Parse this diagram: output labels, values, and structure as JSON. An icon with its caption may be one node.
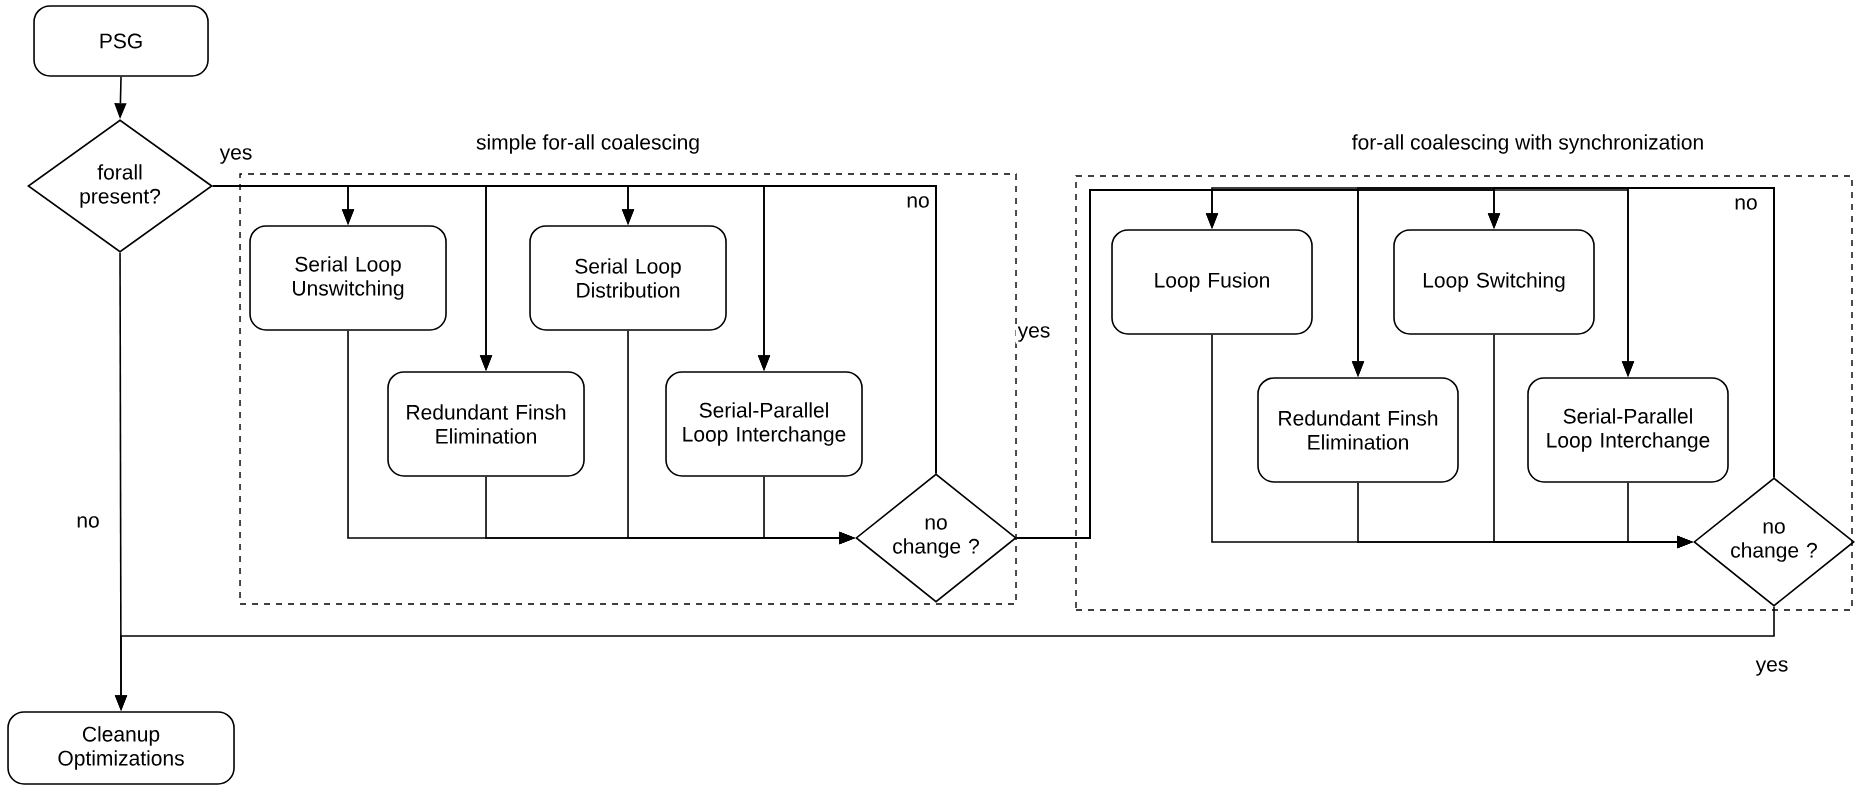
{
  "diagram": {
    "nodes": [
      {
        "text": [
          "PSG"
        ]
      },
      {
        "text": [
          "forall present?"
        ]
      },
      {
        "text": [
          "simple for-all coalescing"
        ]
      },
      {
        "text": [
          "Serial Loop Unswitching"
        ],
        "in": 2
      },
      {
        "text": [
          "Redundant Finsh Elimination"
        ],
        "in": 2
      },
      {
        "text": [
          "Serial Loop Distribution"
        ],
        "in": 2
      },
      {
        "text": [
          "Serial-Parallel Loop Interchange"
        ],
        "in": 2
      },
      {
        "text": [
          "no change ?"
        ],
        "in": 2
      },
      {
        "text": [
          "for-all coalescing with synchronization"
        ]
      },
      {
        "text": [
          "Loop Fusion"
        ],
        "in": 8
      },
      {
        "text": [
          "Redundant Finsh Elimination"
        ],
        "in": 8
      },
      {
        "text": [
          "Loop Switching"
        ],
        "in": 8
      },
      {
        "text": [
          "Serial-Parallel Loop Interchange"
        ],
        "in": 8
      },
      {
        "text": [
          "no change ?"
        ],
        "in": 8
      },
      {
        "text": [
          "Cleanup Optimizations"
        ]
      }
    ],
    "edges": [
      {
        "from": 0,
        "to": 1,
        "arrow": "to"
      },
      {
        "from": 1,
        "to": 3,
        "arrow": "to",
        "label": "yes"
      },
      {
        "from": 1,
        "to": 4,
        "arrow": "to"
      },
      {
        "from": 1,
        "to": 5,
        "arrow": "to"
      },
      {
        "from": 1,
        "to": 6,
        "arrow": "to"
      },
      {
        "from": 7,
        "to": 3,
        "arrow": "to",
        "label": "no"
      },
      {
        "from": 7,
        "to": 4,
        "arrow": "to"
      },
      {
        "from": 7,
        "to": 5,
        "arrow": "to"
      },
      {
        "from": 7,
        "to": 6,
        "arrow": "to"
      },
      {
        "from": 3,
        "to": 7,
        "arrow": "to"
      },
      {
        "from": 4,
        "to": 7,
        "arrow": "to"
      },
      {
        "from": 5,
        "to": 7,
        "arrow": "to"
      },
      {
        "from": 6,
        "to": 7,
        "arrow": "to"
      },
      {
        "from": 7,
        "to": 9,
        "arrow": "to",
        "label": "yes"
      },
      {
        "from": 7,
        "to": 10,
        "arrow": "to"
      },
      {
        "from": 7,
        "to": 11,
        "arrow": "to"
      },
      {
        "from": 7,
        "to": 12,
        "arrow": "to"
      },
      {
        "from": 13,
        "to": 9,
        "arrow": "to",
        "label": "no"
      },
      {
        "from": 13,
        "to": 10,
        "arrow": "to"
      },
      {
        "from": 13,
        "to": 11,
        "arrow": "to"
      },
      {
        "from": 13,
        "to": 12,
        "arrow": "to"
      },
      {
        "from": 9,
        "to": 13,
        "arrow": "to"
      },
      {
        "from": 10,
        "to": 13,
        "arrow": "to"
      },
      {
        "from": 11,
        "to": 13,
        "arrow": "to"
      },
      {
        "from": 12,
        "to": 13,
        "arrow": "to"
      },
      {
        "from": 1,
        "to": 14,
        "arrow": "to",
        "label": "no"
      },
      {
        "from": 13,
        "to": 14,
        "arrow": "to",
        "label": "yes"
      }
    ]
  }
}
